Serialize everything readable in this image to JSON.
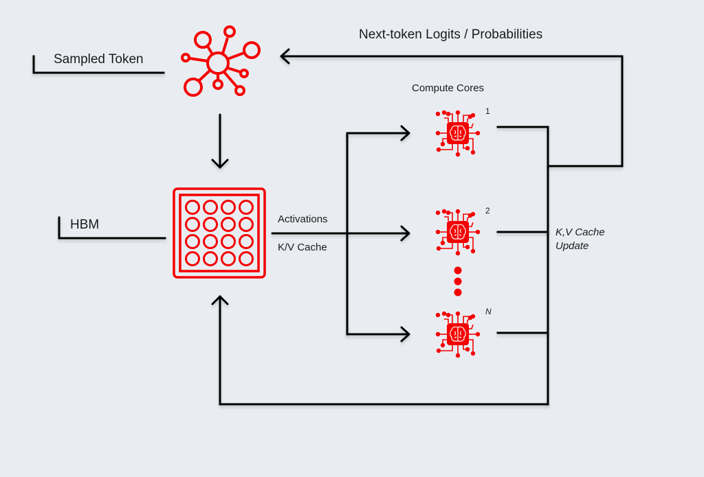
{
  "labels": {
    "sampled_token": "Sampled Token",
    "hbm": "HBM",
    "next_token": "Next-token Logits / Probabilities",
    "compute_cores": "Compute Cores",
    "activations": "Activations",
    "kv_cache": "K/V Cache",
    "kv_update_line1": "K,V Cache",
    "kv_update_line2": "Update"
  },
  "cores": [
    {
      "index": "1"
    },
    {
      "index": "2"
    },
    {
      "index": "N"
    }
  ],
  "colors": {
    "accent": "#F50000",
    "background": "#E9EDF1",
    "line": "#000000"
  },
  "icons": {
    "sampler": "network-hub-icon",
    "memory": "memory-chip-grid-icon",
    "core": "ai-brain-chip-icon",
    "ellipsis": "vertical-ellipsis-icon"
  }
}
